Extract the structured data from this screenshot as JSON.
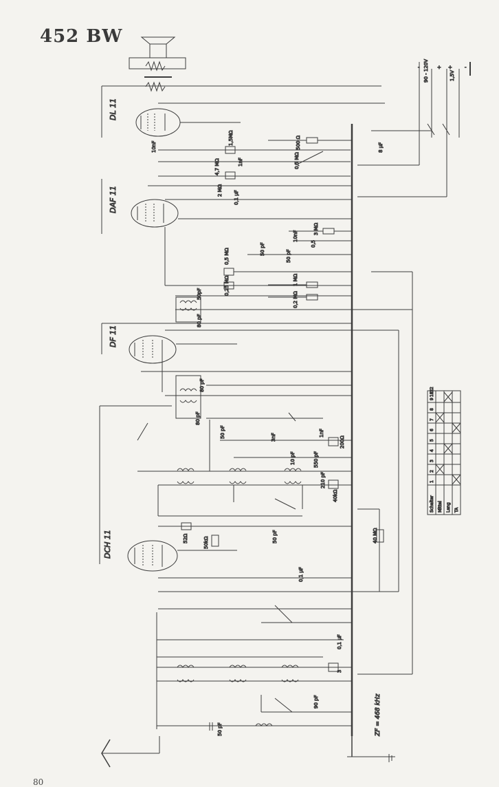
{
  "title": "452 BW",
  "page_number": "80",
  "tubes": [
    {
      "id": "dl11",
      "label": "DL 11"
    },
    {
      "id": "daf11",
      "label": "DAF 11"
    },
    {
      "id": "df11",
      "label": "DF 11"
    },
    {
      "id": "dch11",
      "label": "DCH 11"
    }
  ],
  "supply_labels": {
    "mains": "90 - 120V",
    "plus_a": "+",
    "minus_a": "-",
    "battery": "1,5V",
    "plus_b": "+",
    "minus_b": "-"
  },
  "components": {
    "dl11_grid_cap": "10nF",
    "dl11_res": "1,5MΩ",
    "cap_1nf": "1nF",
    "res_500": "500 Ω",
    "cap_8uf": "8 µF",
    "pot_05": "0,5 MΩ",
    "res_47": "4,7 MΩ",
    "res_2m": "2 MΩ",
    "cap_01uf": "0,1 µF",
    "cap_50pf_a": "50 pF",
    "cap_10nf_b": "10nF",
    "res_3m_a": "3 MΩ",
    "cap_50pf_b": "50 pF",
    "pot_05b": "0,5",
    "res_05m": "0,5 MΩ",
    "res_1m": "1 MΩ",
    "res_025m": "0,25 MΩ",
    "res_02m": "0,2 MΩ",
    "cap_50pf_c": "50pF",
    "cap_80pf_a": "80 pF",
    "cap_80pf_b": "80 pF",
    "cap_80pf_c": "80 pF",
    "cap_50pf_d": "50 pF",
    "cap_3nf": "3nF",
    "cap_1nf_b": "1nF",
    "res_200": "200Ω",
    "cap_550pf": "550 pF",
    "cap_10pf": "10 pF",
    "cap_210pf": "210 pF",
    "res_40k": "40kΩ",
    "res_52": "52Ω",
    "res_50k": "50kΩ",
    "cap_50pf_e": "50 pF",
    "res_40m": "40 MΩ",
    "cap_01uf_b": "0,1 µF",
    "cap_01uf_c": "0,1 µF",
    "res_3m_b": "3",
    "cap_90pf": "90 pF",
    "cap_50pf_f": "50 pF",
    "if_freq": "ZF = 468 kHz"
  },
  "switch_table": {
    "rows": [
      "Schalter",
      "Mittel",
      "Lang",
      "TA"
    ],
    "cols": [
      "1",
      "2",
      "3",
      "4",
      "5",
      "6",
      "7",
      "8",
      "9",
      "10",
      "11",
      "12"
    ]
  }
}
